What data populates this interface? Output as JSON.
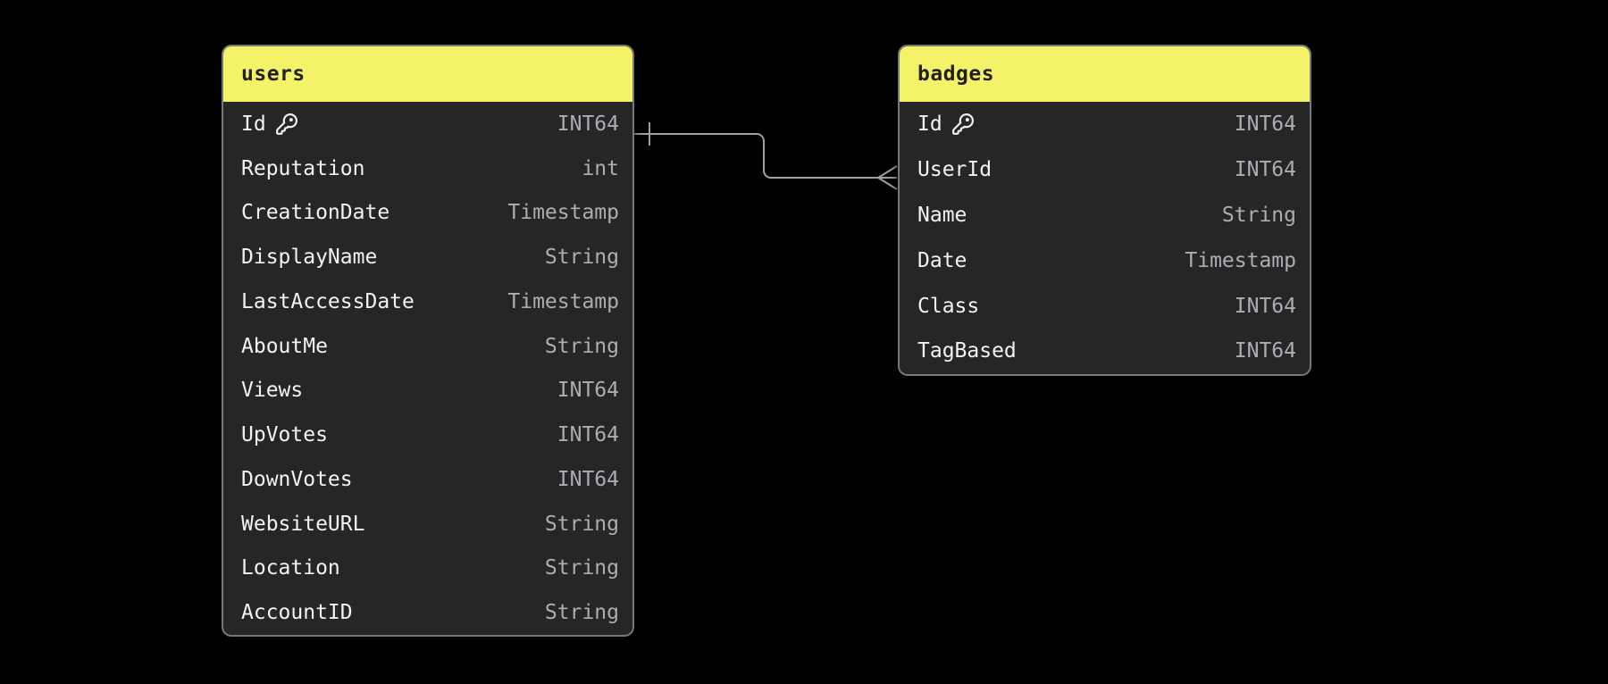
{
  "colors": {
    "canvas-bg": "#000000",
    "header-bg": "#f4f269",
    "header-fg": "#212121",
    "body-bg": "#262626",
    "border-color": "#787878",
    "field-fg": "#f0f2f4",
    "type-fg": "#aaaeb4",
    "connector": "#a0a0a0"
  },
  "icons": {
    "primary_key": "key-icon"
  },
  "tables": [
    {
      "name": "users",
      "fields": [
        {
          "name": "Id",
          "type": "INT64",
          "primary_key": true
        },
        {
          "name": "Reputation",
          "type": "int"
        },
        {
          "name": "CreationDate",
          "type": "Timestamp"
        },
        {
          "name": "DisplayName",
          "type": "String"
        },
        {
          "name": "LastAccessDate",
          "type": "Timestamp"
        },
        {
          "name": "AboutMe",
          "type": "String"
        },
        {
          "name": "Views",
          "type": "INT64"
        },
        {
          "name": "UpVotes",
          "type": "INT64"
        },
        {
          "name": "DownVotes",
          "type": "INT64"
        },
        {
          "name": "WebsiteURL",
          "type": "String"
        },
        {
          "name": "Location",
          "type": "String"
        },
        {
          "name": "AccountID",
          "type": "String"
        }
      ]
    },
    {
      "name": "badges",
      "fields": [
        {
          "name": "Id",
          "type": "INT64",
          "primary_key": true
        },
        {
          "name": "UserId",
          "type": "INT64"
        },
        {
          "name": "Name",
          "type": "String"
        },
        {
          "name": "Date",
          "type": "Timestamp"
        },
        {
          "name": "Class",
          "type": "INT64"
        },
        {
          "name": "TagBased",
          "type": "INT64"
        }
      ]
    }
  ],
  "relationship": {
    "from_table": "users",
    "from_field": "Id",
    "from_cardinality": "one",
    "to_table": "badges",
    "to_field": "UserId",
    "to_cardinality": "many"
  }
}
